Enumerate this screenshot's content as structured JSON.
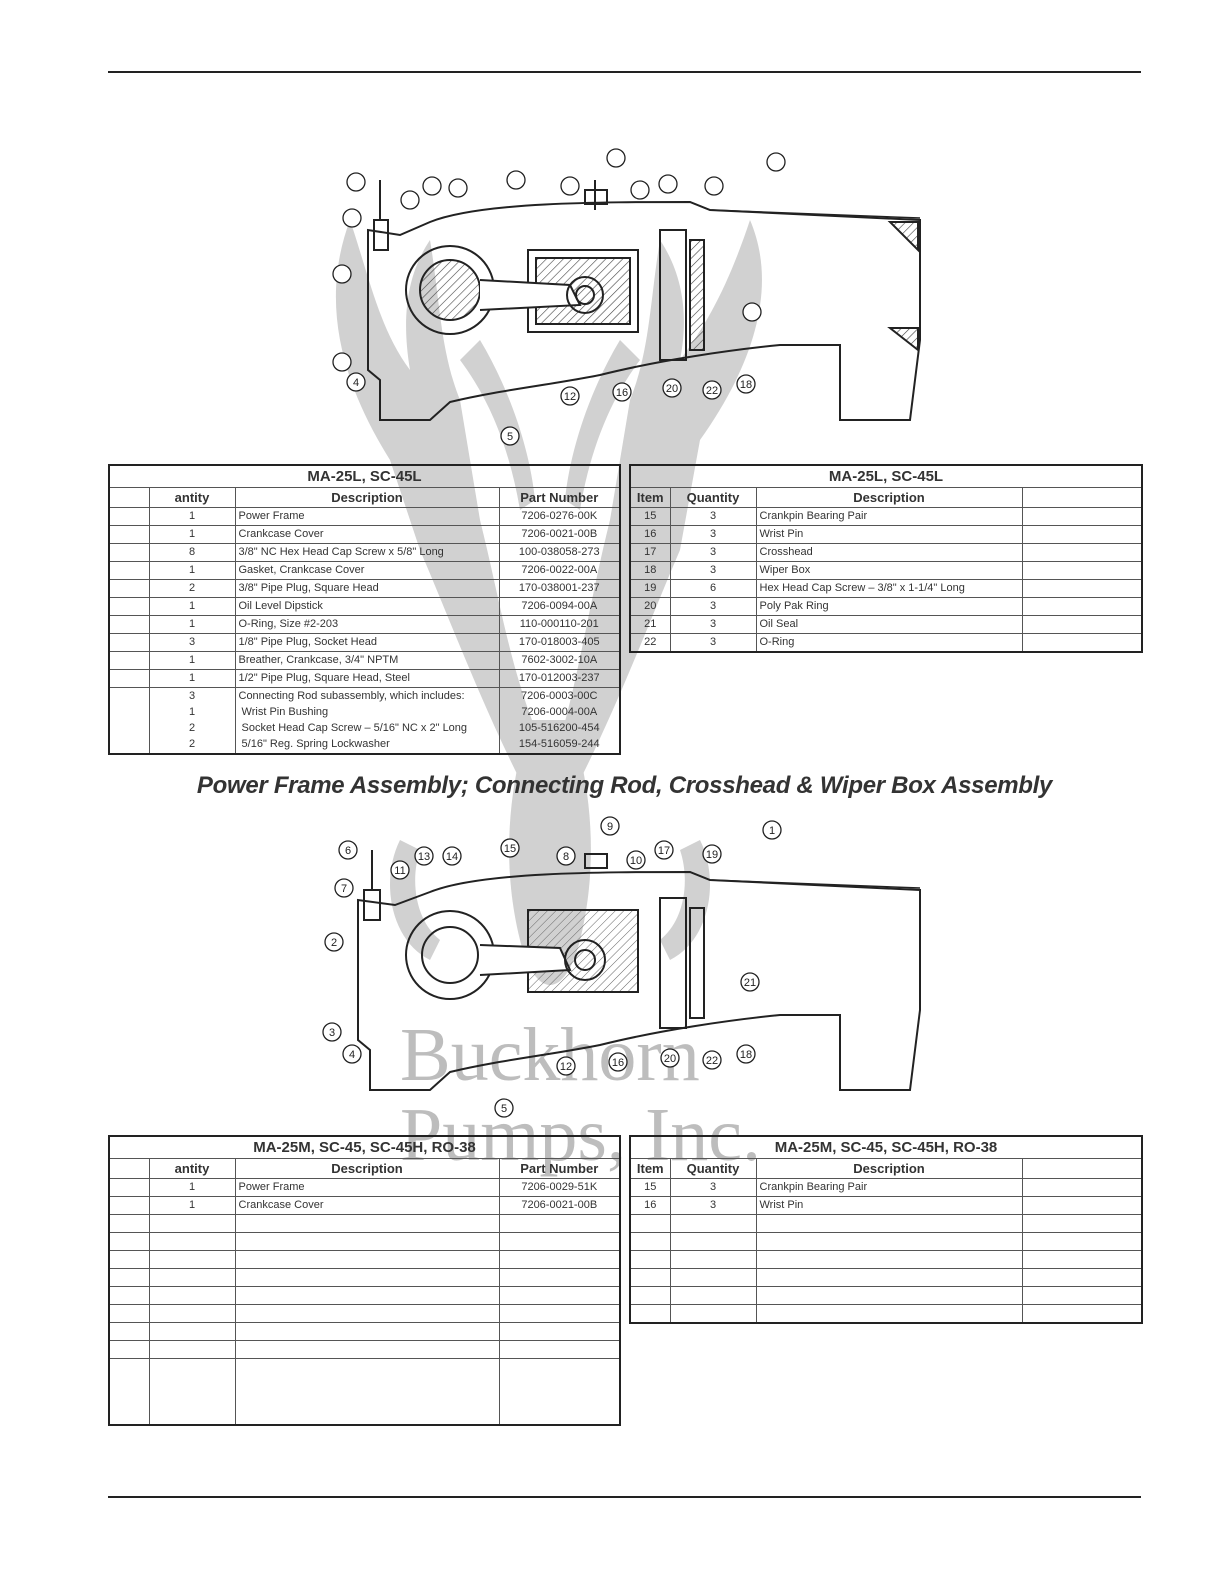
{
  "caption": "Power Frame Assembly; Connecting Rod, Crosshead & Wiper Box Assembly",
  "watermark": {
    "line1": "Buckhorn",
    "line2": "Pumps, Inc."
  },
  "diagram_top": {
    "callouts": [
      "",
      "",
      "",
      "",
      "",
      "",
      "",
      "",
      "",
      "",
      "",
      "",
      "",
      "",
      "",
      "4",
      "5",
      "12",
      "16",
      "20",
      "22",
      "18"
    ]
  },
  "diagram_bottom": {
    "callouts": [
      "9",
      "1",
      "6",
      "13",
      "14",
      "15",
      "8",
      "10",
      "17",
      "19",
      "11",
      "7",
      "2",
      "21",
      "3",
      "4",
      "12",
      "16",
      "20",
      "22",
      "18",
      "5"
    ]
  },
  "table1": {
    "title": "MA-25L, SC-45L",
    "headers": [
      "",
      "antity",
      "Description",
      "Part Number"
    ],
    "rows": [
      [
        "",
        "1",
        "Power Frame",
        "7206-0276-00K"
      ],
      [
        "",
        "1",
        "Crankcase Cover",
        "7206-0021-00B"
      ],
      [
        "",
        "8",
        "3/8\" NC Hex Head Cap Screw x 5/8\" Long",
        "100-038058-273"
      ],
      [
        "",
        "1",
        "Gasket, Crankcase Cover",
        "7206-0022-00A"
      ],
      [
        "",
        "2",
        "3/8\" Pipe Plug, Square Head",
        "170-038001-237"
      ],
      [
        "",
        "1",
        "Oil Level Dipstick",
        "7206-0094-00A"
      ],
      [
        "",
        "1",
        "O-Ring, Size #2-203",
        "110-000110-201"
      ],
      [
        "",
        "3",
        "1/8\" Pipe Plug, Socket Head",
        "170-018003-405"
      ],
      [
        "",
        "1",
        "Breather, Crankcase, 3/4\" NPTM",
        "7602-3002-10A"
      ],
      [
        "",
        "1",
        "1/2\" Pipe Plug, Square Head, Steel",
        "170-012003-237"
      ]
    ],
    "last_row": {
      "item": "",
      "qty": [
        "3",
        "1",
        "2",
        "2"
      ],
      "desc": [
        "Connecting Rod subassembly, which includes:",
        " Wrist Pin Bushing",
        " Socket Head Cap Screw – 5/16\" NC x 2\" Long",
        " 5/16\" Reg. Spring Lockwasher"
      ],
      "part": [
        "7206-0003-00C",
        "7206-0004-00A",
        "105-516200-454",
        "154-516059-244"
      ]
    }
  },
  "table2": {
    "title": "MA-25L, SC-45L",
    "headers": [
      "Item",
      "Quantity",
      "Description",
      ""
    ],
    "rows": [
      [
        "15",
        "3",
        "Crankpin Bearing Pair",
        ""
      ],
      [
        "16",
        "3",
        "Wrist Pin",
        ""
      ],
      [
        "17",
        "3",
        "Crosshead",
        ""
      ],
      [
        "18",
        "3",
        "Wiper Box",
        ""
      ],
      [
        "19",
        "6",
        "Hex Head Cap Screw – 3/8\" x 1-1/4\" Long",
        ""
      ],
      [
        "20",
        "3",
        "Poly Pak Ring",
        ""
      ],
      [
        "21",
        "3",
        "Oil Seal",
        ""
      ],
      [
        "22",
        "3",
        "O-Ring",
        ""
      ]
    ]
  },
  "table3": {
    "title": "MA-25M, SC-45, SC-45H, RO-38",
    "headers": [
      "",
      "antity",
      "Description",
      "Part Number"
    ],
    "rows": [
      [
        "",
        "1",
        "Power Frame",
        "7206-0029-51K"
      ],
      [
        "",
        "1",
        "Crankcase Cover",
        "7206-0021-00B"
      ],
      [
        "",
        "",
        "",
        ""
      ],
      [
        "",
        "",
        "",
        ""
      ],
      [
        "",
        "",
        "",
        ""
      ],
      [
        "",
        "",
        "",
        ""
      ],
      [
        "",
        "",
        "",
        ""
      ],
      [
        "",
        "",
        "",
        ""
      ],
      [
        "",
        "",
        "",
        ""
      ],
      [
        "",
        "",
        "",
        ""
      ]
    ]
  },
  "table4": {
    "title": "MA-25M, SC-45, SC-45H, RO-38",
    "headers": [
      "Item",
      "Quantity",
      "Description",
      ""
    ],
    "rows": [
      [
        "15",
        "3",
        "Crankpin Bearing Pair",
        ""
      ],
      [
        "16",
        "3",
        "Wrist Pin",
        ""
      ],
      [
        "",
        "",
        "",
        ""
      ],
      [
        "",
        "",
        "",
        ""
      ],
      [
        "",
        "",
        "",
        ""
      ],
      [
        "",
        "",
        "",
        ""
      ],
      [
        "",
        "",
        "",
        ""
      ],
      [
        "",
        "",
        "",
        ""
      ]
    ]
  }
}
